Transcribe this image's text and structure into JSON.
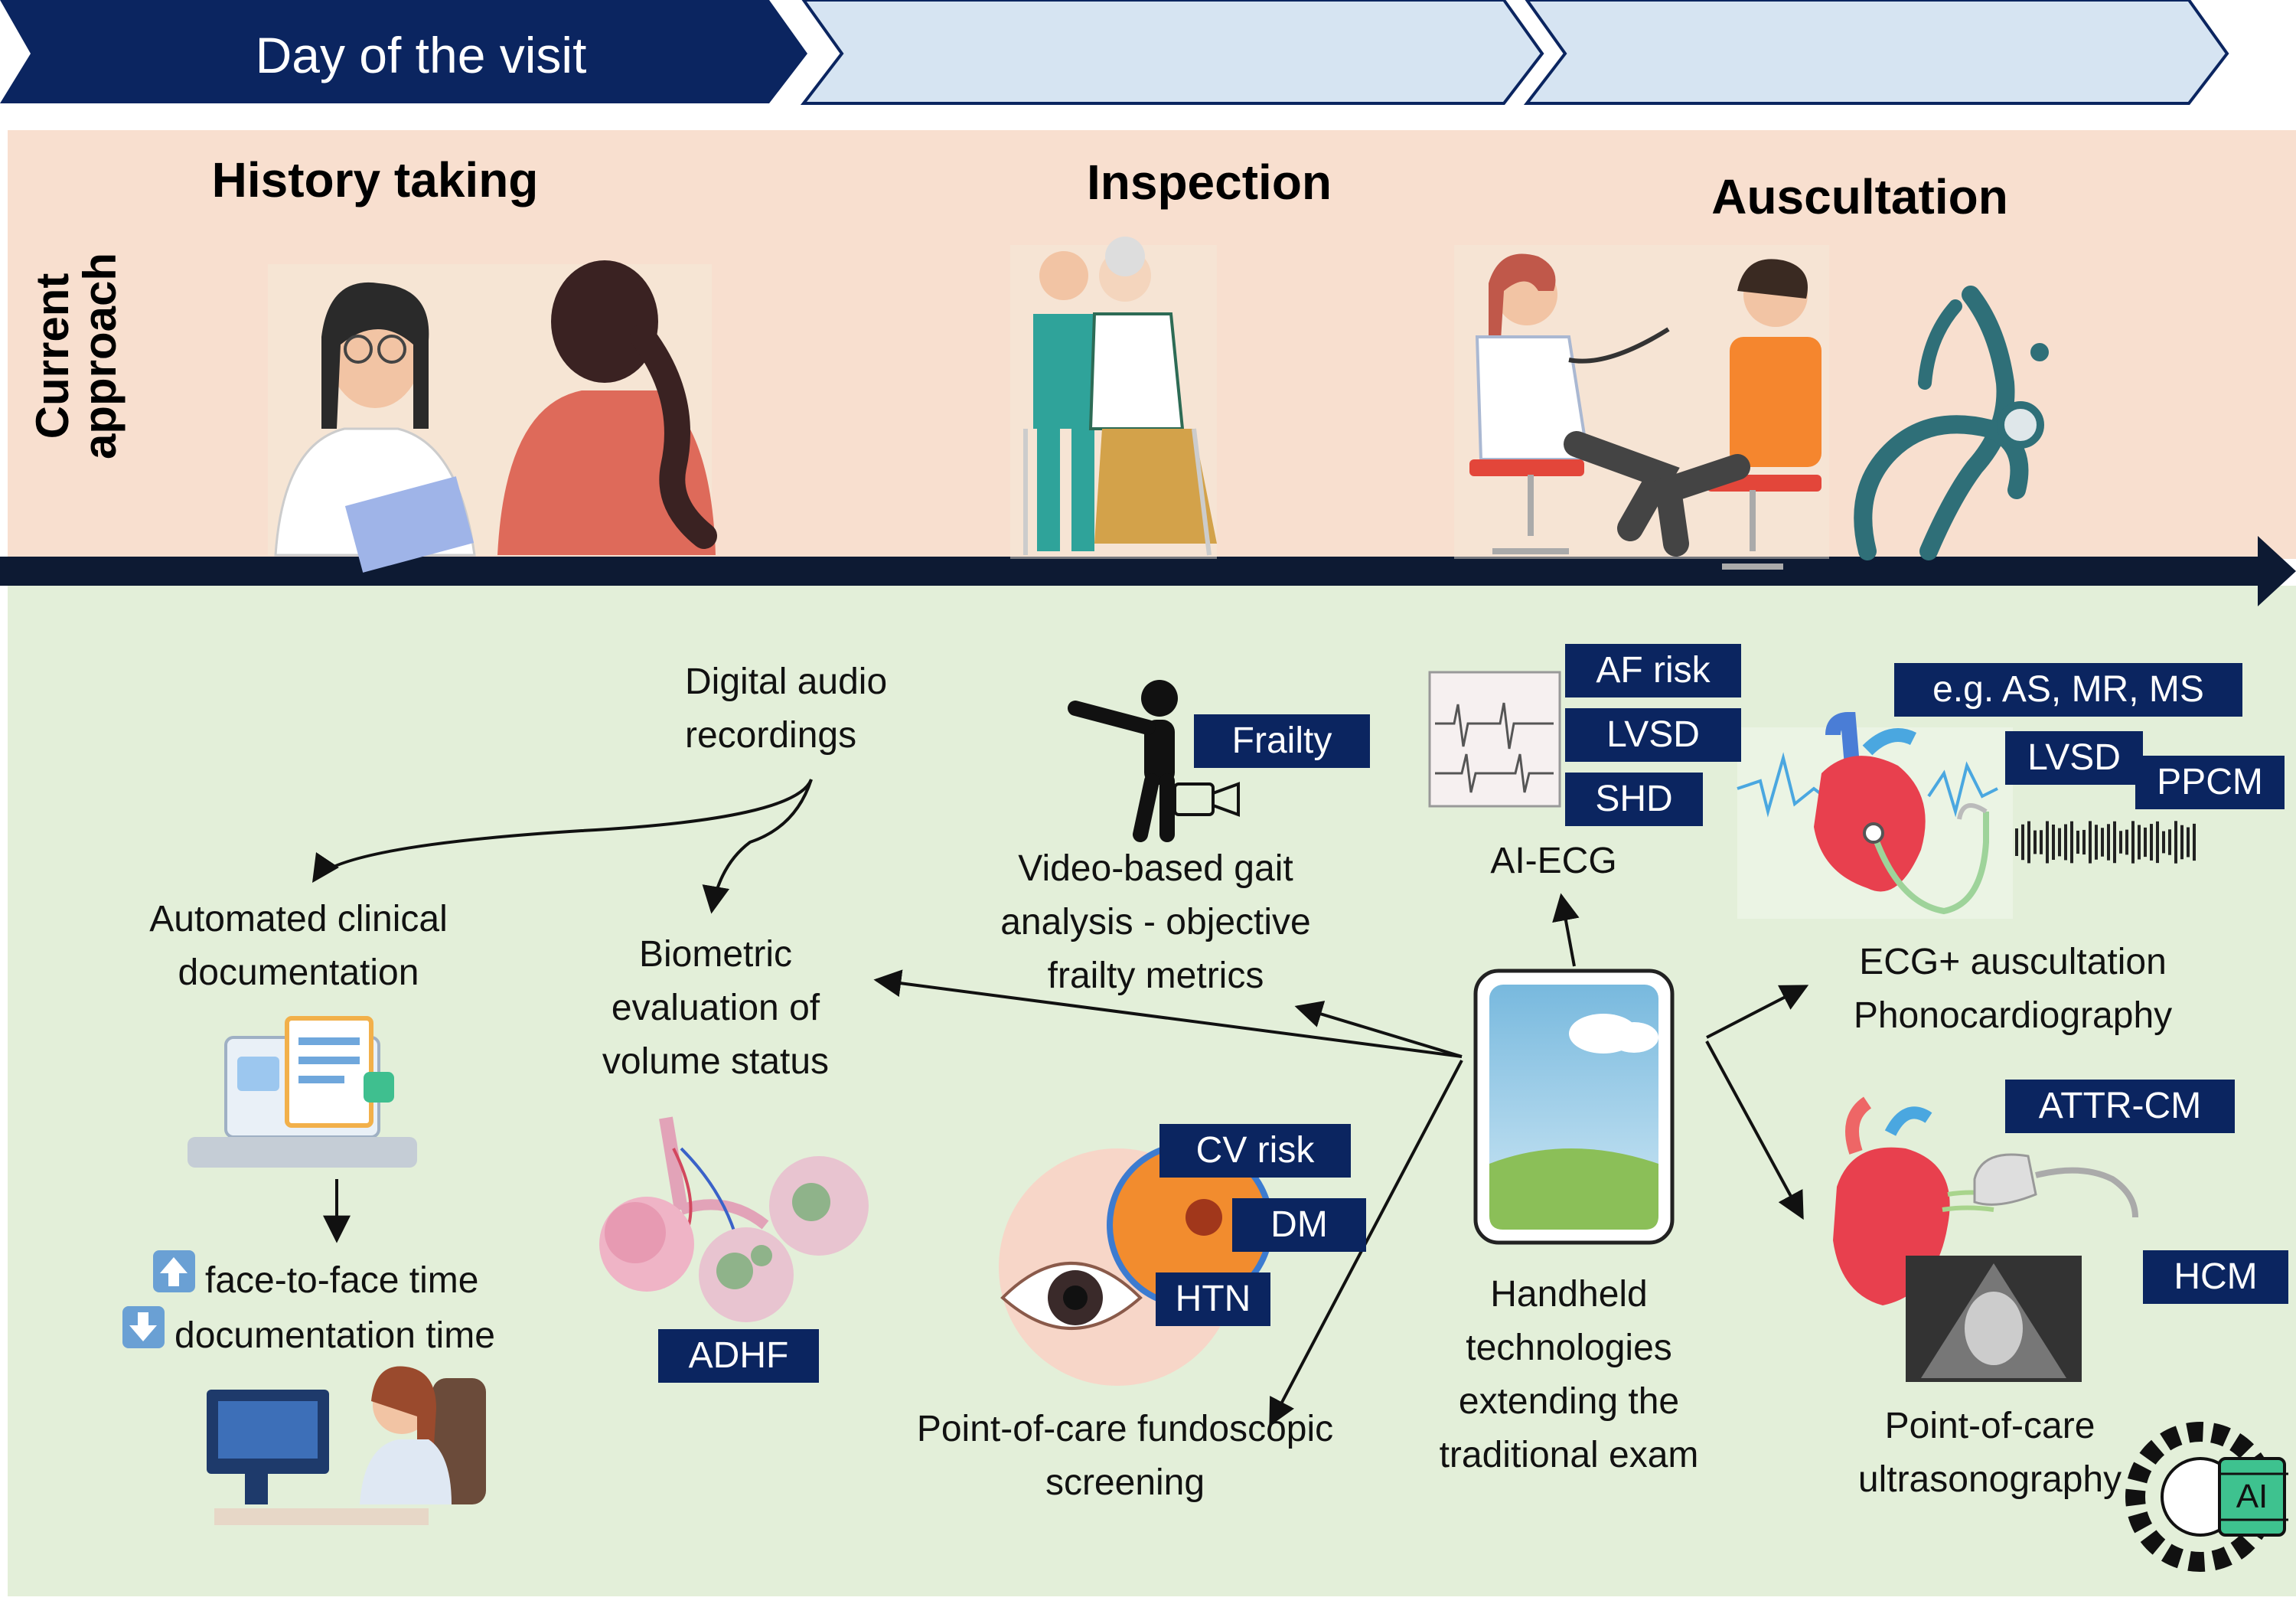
{
  "timeline": {
    "steps": [
      "Day of the visit",
      "",
      ""
    ],
    "colors": {
      "active": "#0b2560",
      "inactive": "#d6e4f2",
      "band_top": "#f8dfcf",
      "band_bottom": "#e3efd9"
    }
  },
  "current_approach": {
    "label": "Current approach",
    "stages": [
      "History taking",
      "Inspection",
      "Auscultation"
    ]
  },
  "innovations": {
    "audio": {
      "label": "Digital audio recordings"
    },
    "documentation": {
      "label": "Automated clinical documentation"
    },
    "time_effects": {
      "face_to_face": "face-to-face time",
      "documentation": "documentation time"
    },
    "biometric": {
      "label": "Biometric evaluation of volume status",
      "tag": "ADHF"
    },
    "gait": {
      "label": "Video-based gait analysis - objective frailty metrics",
      "tag": "Frailty"
    },
    "fundoscopy": {
      "label": "Point-of-care fundoscopic screening",
      "tags": [
        "CV risk",
        "DM",
        "HTN"
      ]
    },
    "ecg": {
      "label": "AI-ECG",
      "tags": [
        "AF risk",
        "LVSD",
        "SHD"
      ]
    },
    "handheld": {
      "label": "Handheld technologies extending the traditional exam"
    },
    "phono": {
      "label": "ECG+ auscultation Phonocardiography",
      "tags": [
        "e.g. AS, MR, MS",
        "LVSD",
        "PPCM"
      ]
    },
    "ultrasound": {
      "label": "Point-of-care ultrasonography",
      "tags": [
        "ATTR-CM",
        "HCM"
      ]
    },
    "ai_badge": "AI"
  },
  "icons": [
    "audio-waveform-icon",
    "laptop-documentation-icon",
    "arrow-up-icon",
    "arrow-down-icon",
    "doctor-at-computer-icon",
    "lungs-icon",
    "gait-figure-icon",
    "video-camera-icon",
    "eye-fundus-icon",
    "ecg-strip-icon",
    "smartphone-icon",
    "heart-stethoscope-icon",
    "heart-ultrasound-icon",
    "ai-chip-icon",
    "stethoscope-icon"
  ]
}
